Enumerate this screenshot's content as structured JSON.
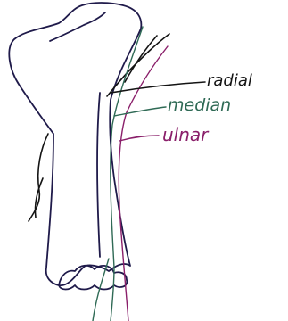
{
  "labels": {
    "radial": "radial",
    "median": "median",
    "ulnar": "ulnar"
  },
  "colors": {
    "background": "#ffffff",
    "bone_outline": "#1f1a4a",
    "radial_nerve": "#141414",
    "median_nerve": "#2f6a55",
    "ulnar_nerve": "#8a1f6a"
  }
}
